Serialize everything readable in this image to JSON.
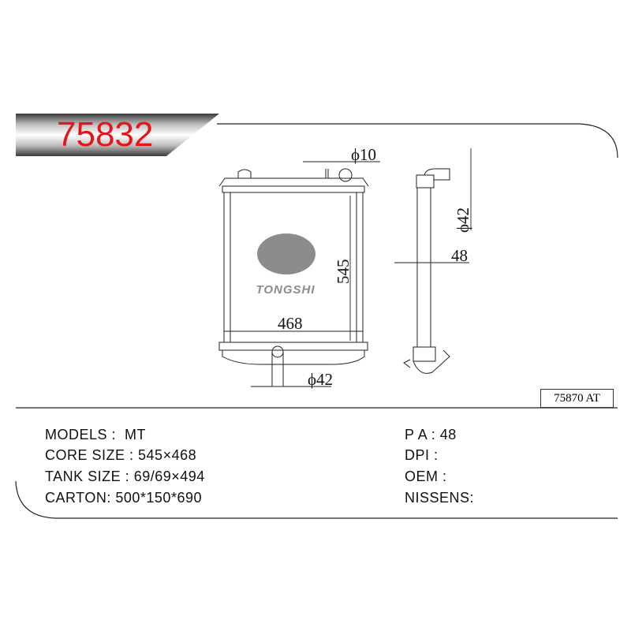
{
  "part_number": "75832",
  "reference_code": "75870 AT",
  "dimensions": {
    "inlet_top": "ϕ10",
    "height": "545",
    "width": "468",
    "outlet_bottom": "ϕ42",
    "side_pipe": "ϕ42",
    "thickness": "48"
  },
  "logo": {
    "text": "TONGSHI",
    "color": "#8c8c8c"
  },
  "specs_left": [
    {
      "label": "MODELS :",
      "value": "MT"
    },
    {
      "label": "CORE SIZE :",
      "value": "545×468"
    },
    {
      "label": "TANK SIZE :",
      "value": "69/69×494"
    },
    {
      "label": "CARTON:",
      "value": "500*150*690"
    }
  ],
  "specs_right": [
    {
      "label": "P A :",
      "value": "48"
    },
    {
      "label": "DPI :",
      "value": ""
    },
    {
      "label": "OEM :",
      "value": ""
    },
    {
      "label": "NISSENS:",
      "value": ""
    }
  ],
  "colors": {
    "accent": "#e8141b"
  }
}
